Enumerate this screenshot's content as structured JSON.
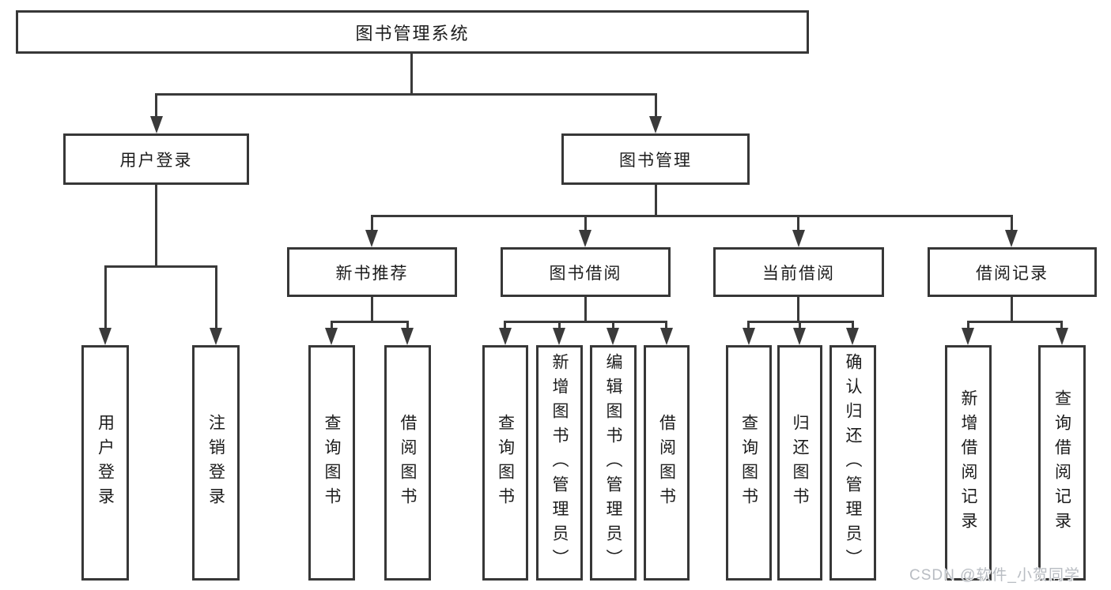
{
  "diagram": {
    "root": {
      "label": "图书管理系统"
    },
    "branches": [
      {
        "label": "用户登录",
        "children": [
          {
            "label": "用户登录"
          },
          {
            "label": "注销登录"
          }
        ]
      },
      {
        "label": "图书管理",
        "children": [
          {
            "label": "新书推荐",
            "children": [
              {
                "label": "查询图书"
              },
              {
                "label": "借阅图书"
              }
            ]
          },
          {
            "label": "图书借阅",
            "children": [
              {
                "label": "查询图书"
              },
              {
                "label": "新增图书（管理员）"
              },
              {
                "label": "编辑图书（管理员）"
              },
              {
                "label": "借阅图书"
              }
            ]
          },
          {
            "label": "当前借阅",
            "children": [
              {
                "label": "查询图书"
              },
              {
                "label": "归还图书"
              },
              {
                "label": "确认归还（管理员）"
              }
            ]
          },
          {
            "label": "借阅记录",
            "children": [
              {
                "label": "新增借阅记录"
              },
              {
                "label": "查询借阅记录"
              }
            ]
          }
        ]
      }
    ]
  },
  "watermark": "CSDN @软件_小贺同学",
  "colors": {
    "line": "#3a3a3a",
    "border": "#373737",
    "text": "#1c1c1c",
    "watermark": "#b9bdc3",
    "background": "#ffffff"
  }
}
